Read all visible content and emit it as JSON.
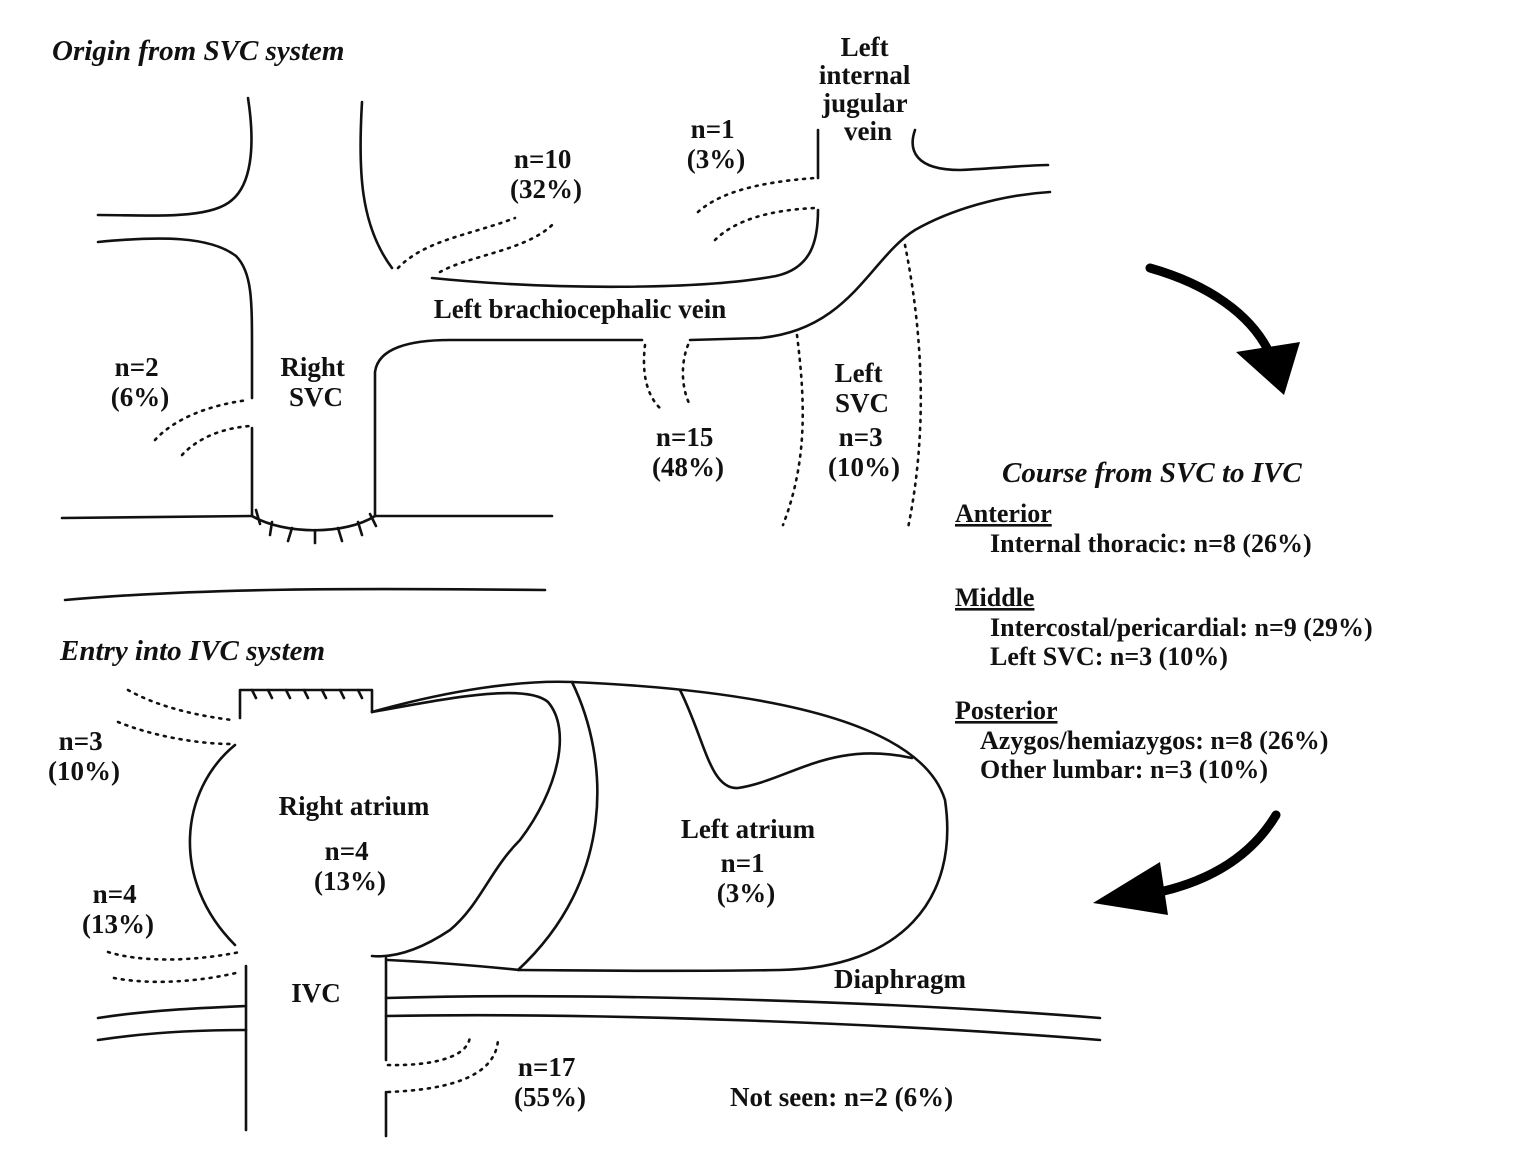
{
  "titles": {
    "origin": "Origin from SVC system",
    "entry": "Entry into IVC system",
    "course": "Course from SVC to IVC"
  },
  "svc_labels": {
    "left_ijv": [
      "Left",
      "internal",
      "jugular",
      "vein"
    ],
    "left_brachiocephalic": "Left brachiocephalic vein",
    "right_svc": [
      "Right",
      "SVC"
    ],
    "left_svc": [
      "Left",
      "SVC"
    ],
    "n10": [
      "n=10",
      "(32%)"
    ],
    "n1": [
      "n=1",
      "(3%)"
    ],
    "n2": [
      "n=2",
      "(6%)"
    ],
    "n15": [
      "n=15",
      "(48%)"
    ],
    "n3_svc": [
      "n=3",
      "(10%)"
    ]
  },
  "course": {
    "anterior": {
      "header": "Anterior",
      "items": [
        "Internal thoracic:  n=8 (26%)"
      ]
    },
    "middle": {
      "header": "Middle",
      "items": [
        "Intercostal/pericardial:  n=9 (29%)",
        "Left SVC:  n=3 (10%)"
      ]
    },
    "posterior": {
      "header": "Posterior",
      "items": [
        "Azygos/hemiazygos:  n=8 (26%)",
        "Other lumbar:  n=3 (10%)"
      ]
    }
  },
  "ivc_labels": {
    "n3_ra": [
      "n=3",
      "(10%)"
    ],
    "right_atrium": "Right atrium",
    "ra_count": [
      "n=4",
      "(13%)"
    ],
    "left_atrium": "Left atrium",
    "la_count": [
      "n=1",
      "(3%)"
    ],
    "n4": [
      "n=4",
      "(13%)"
    ],
    "ivc": "IVC",
    "diaphragm": "Diaphragm",
    "n17": [
      "n=17",
      "(55%)"
    ],
    "not_seen": "Not seen:   n=2 (6%)"
  }
}
